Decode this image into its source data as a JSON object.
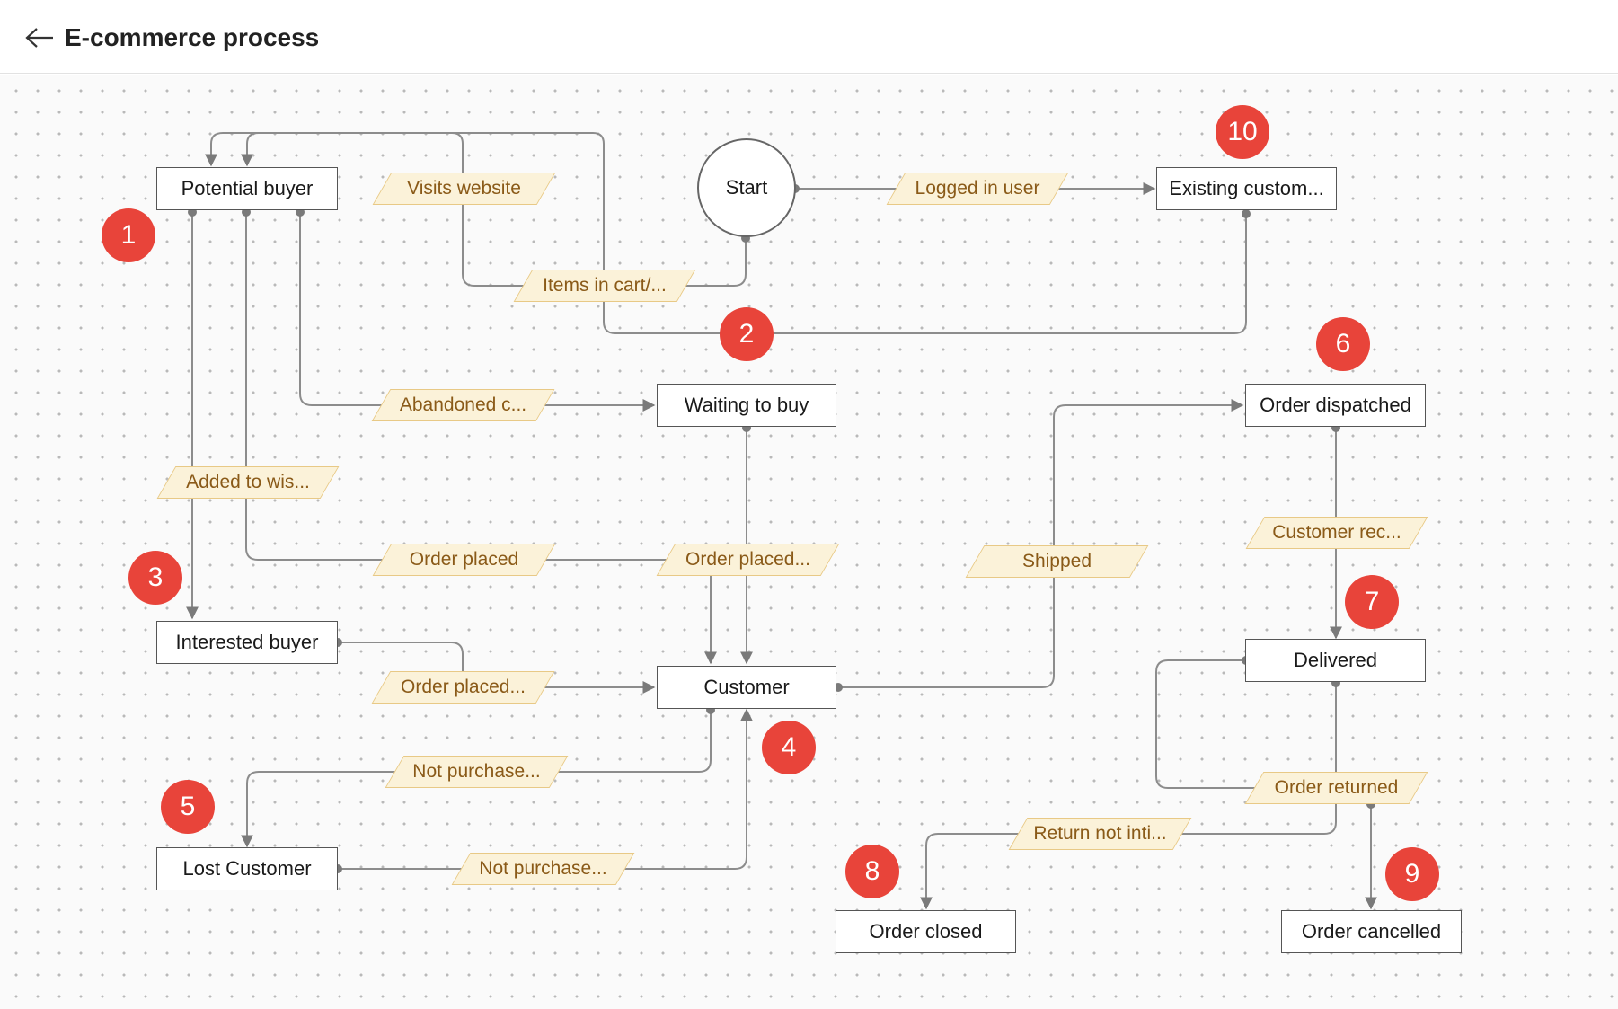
{
  "header": {
    "title": "E-commerce process",
    "back_icon": "arrow-left-icon"
  },
  "colors": {
    "badge": "#e8443a",
    "label_fill": "#fbf2d9",
    "label_border": "#e8c986",
    "label_text": "#8a5a18",
    "connector": "#8c8c8c"
  },
  "diagram": {
    "start": "Start",
    "states": {
      "potential_buyer": "Potential buyer",
      "existing_customer": "Existing custom...",
      "waiting_to_buy": "Waiting to buy",
      "order_dispatched": "Order dispatched",
      "interested_buyer": "Interested buyer",
      "customer": "Customer",
      "delivered": "Delivered",
      "lost_customer": "Lost Customer",
      "order_closed": "Order closed",
      "order_cancelled": "Order cancelled"
    },
    "transitions": {
      "visits_website": "Visits website",
      "logged_in_user": "Logged in user",
      "items_in_cart": "Items in cart/...",
      "abandoned_cart": "Abandoned c...",
      "added_to_wishlist": "Added to wis...",
      "order_placed_potential": "Order placed",
      "order_placed_waiting": "Order placed...",
      "order_placed_interested": "Order placed...",
      "shipped": "Shipped",
      "customer_received": "Customer rec...",
      "not_purchased_1": "Not purchase...",
      "not_purchased_2": "Not purchase...",
      "order_returned": "Order returned",
      "return_not_initiated": "Return not inti..."
    },
    "badges": [
      "1",
      "2",
      "3",
      "4",
      "5",
      "6",
      "7",
      "8",
      "9",
      "10"
    ]
  }
}
